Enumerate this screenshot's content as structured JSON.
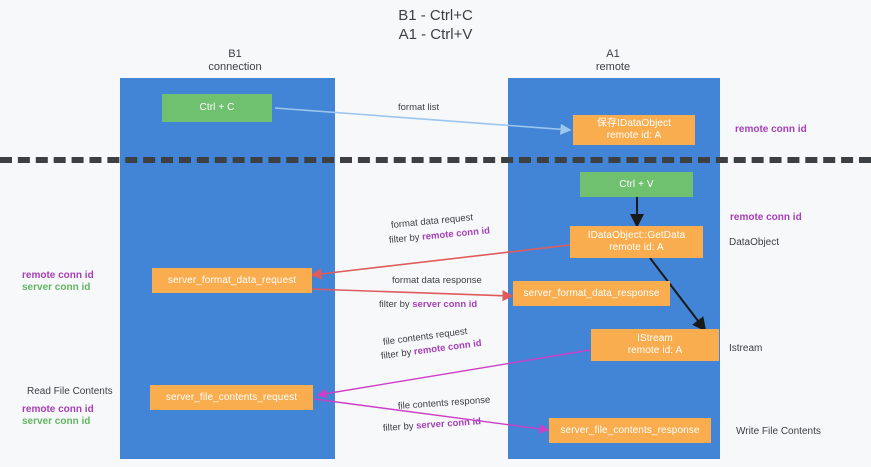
{
  "title": "B1 - Ctrl+C\nA1 - Ctrl+V",
  "colors": {
    "lane": "#4285d6",
    "node_green": "#6fc06f",
    "node_orange": "#f9ad4e",
    "remote_conn_id": "#a63fb5",
    "server_conn_id": "#62b562",
    "arrow_blue": "#9cc6ee",
    "arrow_red": "#e05c5c",
    "arrow_magenta": "#cc3fc6",
    "arrow_black": "#1a1a1a",
    "text": "#3c4043"
  },
  "columns": [
    {
      "id": "b1",
      "heading": "B1\nconnection"
    },
    {
      "id": "a1",
      "heading": "A1\nremote"
    }
  ],
  "nodes": [
    {
      "id": "ctrl-c",
      "lane": "b1",
      "style": "green",
      "label": "Ctrl + C"
    },
    {
      "id": "save-idataobject",
      "lane": "a1",
      "style": "orange",
      "label": "保存IDataObject\nremote id: A"
    },
    {
      "id": "ctrl-v",
      "lane": "a1",
      "style": "green",
      "label": "Ctrl + V"
    },
    {
      "id": "idataobject-getdata",
      "lane": "a1",
      "style": "orange",
      "label": "IDataObject::GetData\nremote id: A"
    },
    {
      "id": "server-format-data-request",
      "lane": "b1",
      "style": "orange",
      "label": "server_format_data_request"
    },
    {
      "id": "server-format-data-response",
      "lane": "a1",
      "style": "orange",
      "label": "server_format_data_response"
    },
    {
      "id": "istream",
      "lane": "a1",
      "style": "orange",
      "label": "IStream\nremote id: A"
    },
    {
      "id": "server-file-contents-request",
      "lane": "b1",
      "style": "orange",
      "label": "server_file_contents_request"
    },
    {
      "id": "server-file-contents-response",
      "lane": "a1",
      "style": "orange",
      "label": "server_file_contents_response"
    }
  ],
  "edge_labels": {
    "format_list": "format list",
    "format_data_request": "format data request",
    "format_data_request_filter_prefix": "filter by ",
    "format_data_request_filter_value": "remote conn id",
    "format_data_response": "format data response",
    "format_data_response_filter_prefix": "filter by ",
    "format_data_response_filter_value": "server conn id",
    "file_contents_request": "file contents request",
    "file_contents_request_filter_prefix": "filter by ",
    "file_contents_request_filter_value": "remote conn id",
    "file_contents_response": "file contents response",
    "file_contents_response_filter_prefix": "filter by ",
    "file_contents_response_filter_value": "server conn id"
  },
  "annotations": {
    "right_top_remote_conn_id": "remote conn id",
    "right_mid_remote_conn_id": "remote conn id",
    "right_dataobject": "DataObject",
    "right_istream": "Istream",
    "right_write_file_contents": "Write File Contents",
    "left_remote_conn_id": "remote conn id",
    "left_server_conn_id": "server conn id",
    "left_read_file_contents": "Read File Contents",
    "left_bottom_remote_conn_id": "remote conn id",
    "left_bottom_server_conn_id": "server conn id"
  }
}
